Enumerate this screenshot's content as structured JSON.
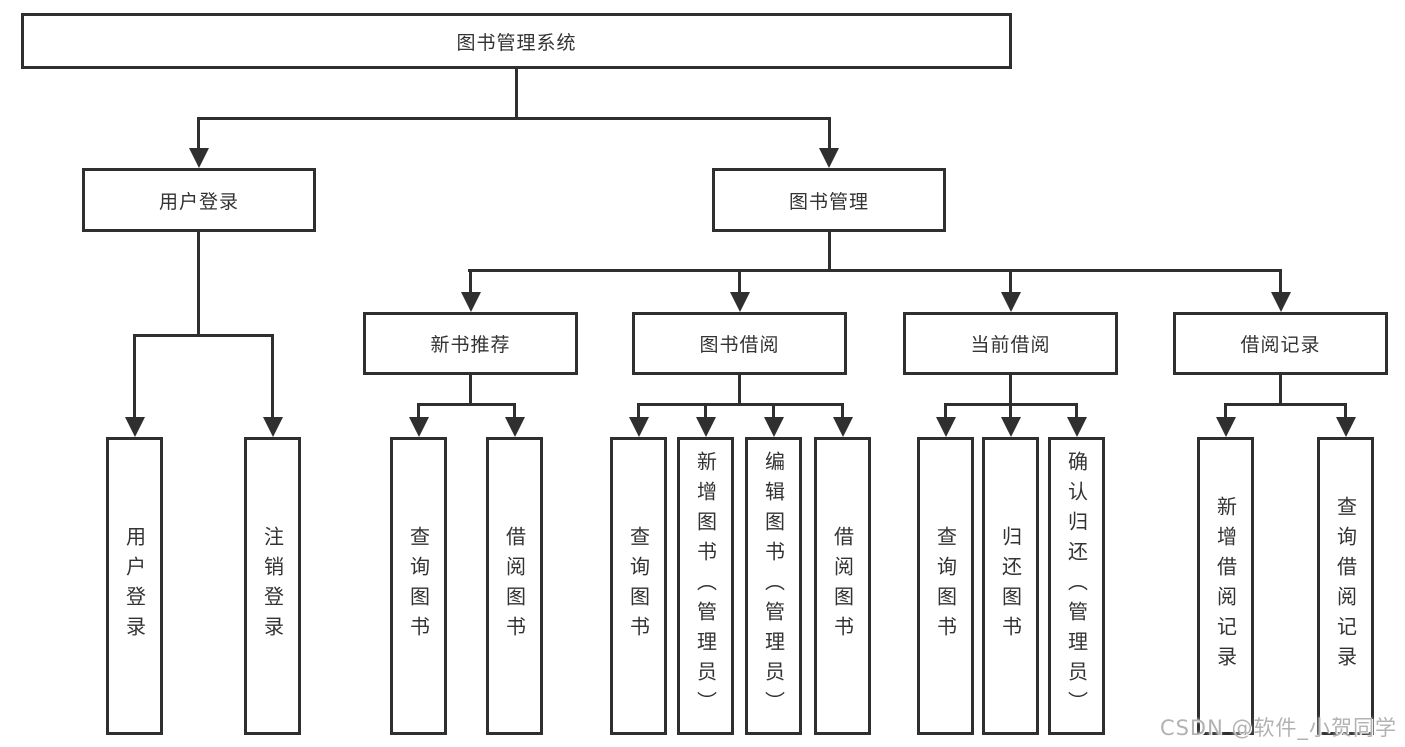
{
  "root": {
    "label": "图书管理系统"
  },
  "branches": [
    {
      "label": "用户登录"
    },
    {
      "label": "图书管理"
    }
  ],
  "modules": [
    {
      "label": "新书推荐"
    },
    {
      "label": "图书借阅"
    },
    {
      "label": "当前借阅"
    },
    {
      "label": "借阅记录"
    }
  ],
  "leaves": [
    {
      "label": "用户登录"
    },
    {
      "label": "注销登录"
    },
    {
      "label": "查询图书"
    },
    {
      "label": "借阅图书"
    },
    {
      "label": "查询图书"
    },
    {
      "label": "新增图书（管理员）"
    },
    {
      "label": "编辑图书（管理员）"
    },
    {
      "label": "借阅图书"
    },
    {
      "label": "查询图书"
    },
    {
      "label": "归还图书"
    },
    {
      "label": "确认归还（管理员）"
    },
    {
      "label": "新增借阅记录"
    },
    {
      "label": "查询借阅记录"
    }
  ],
  "watermark": {
    "text": "CSDN @软件_小贺同学"
  },
  "colors": {
    "line": "#2f2f2f",
    "text": "#333333",
    "watermark": "#b2b2b2",
    "background": "#ffffff"
  }
}
